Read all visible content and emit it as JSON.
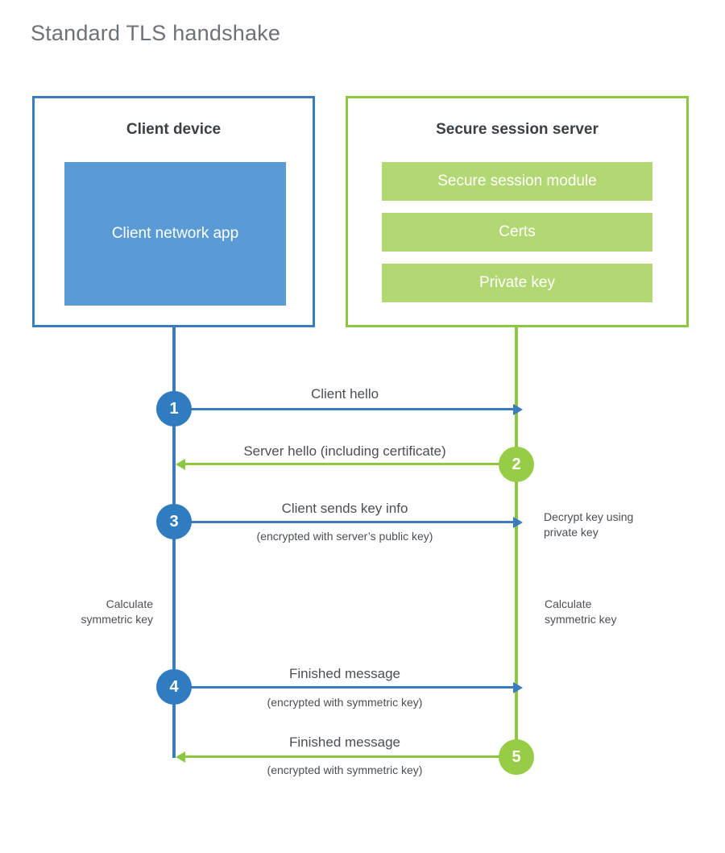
{
  "title": "Standard TLS handshake",
  "colors": {
    "client_border": "#3a7cbe",
    "client_fill": "#5b9bd5",
    "server_border": "#8dc63f",
    "server_fill": "#b2d873",
    "client_circle": "#2f7dc0",
    "server_circle": "#97cc46",
    "text": "#4a4f54",
    "title_text": "#6d7276",
    "background": "#ffffff"
  },
  "client": {
    "title": "Client device",
    "app_label": "Client network app"
  },
  "server": {
    "title": "Secure session server",
    "bars": [
      {
        "label": "Secure session module"
      },
      {
        "label": "Certs"
      },
      {
        "label": "Private key"
      }
    ]
  },
  "steps": [
    {
      "number": "1",
      "direction": "client-to-server",
      "label": "Client hello",
      "sublabel": ""
    },
    {
      "number": "2",
      "direction": "server-to-client",
      "label": "Server hello (including certificate)",
      "sublabel": ""
    },
    {
      "number": "3",
      "direction": "client-to-server",
      "label": "Client sends key info",
      "sublabel": "(encrypted with server’s public key)"
    },
    {
      "number": "4",
      "direction": "client-to-server",
      "label": "Finished message",
      "sublabel": "(encrypted with symmetric key)"
    },
    {
      "number": "5",
      "direction": "server-to-client",
      "label": "Finished message",
      "sublabel": "(encrypted with symmetric key)"
    }
  ],
  "annotations": {
    "server_decrypt": "Decrypt key using\nprivate key",
    "client_calc": "Calculate\nsymmetric key",
    "server_calc": "Calculate\nsymmetric key"
  }
}
